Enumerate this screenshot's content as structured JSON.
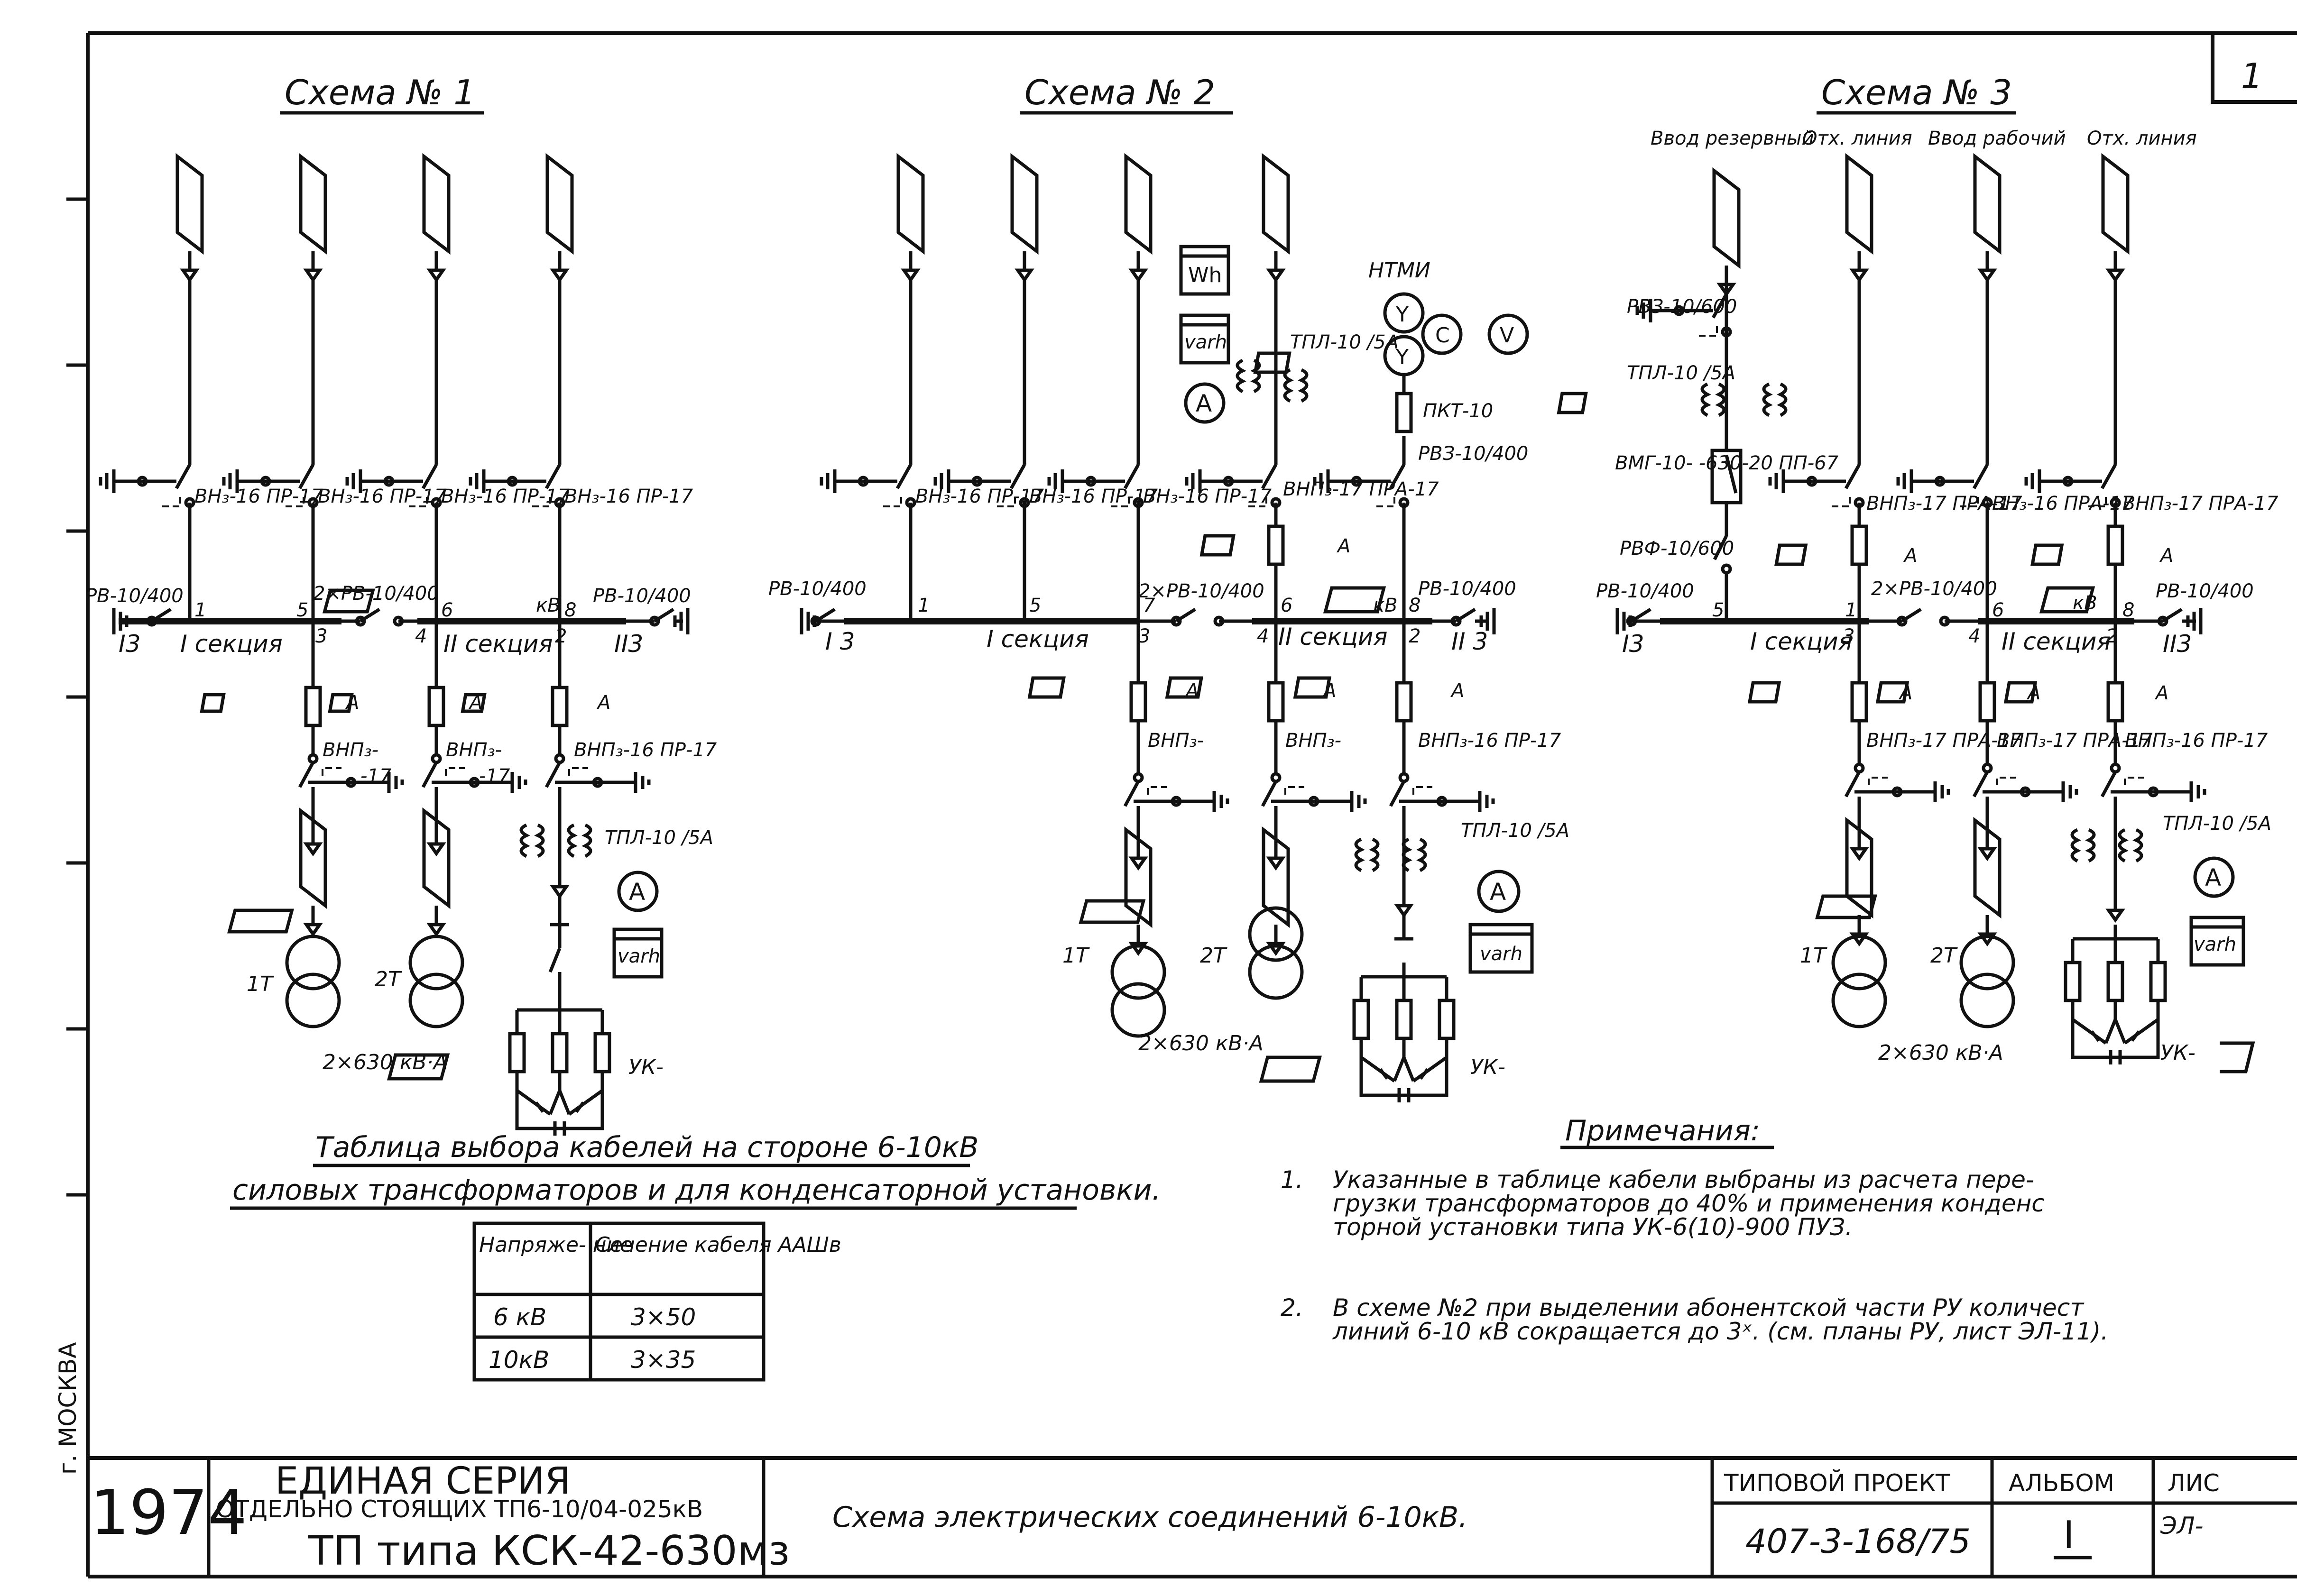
{
  "sheet_number": "1",
  "city_stamp": "г. МОСКВА",
  "schemes": [
    {
      "title": "Схема № 1",
      "feeders": [
        "ВН₃-16 ПР-17",
        "ВН₃-16 ПР-17",
        "ВН₃-16 ПР-17",
        "ВН₃-16 ПР-17"
      ],
      "rv_left": "РВ-10/400",
      "rv_right": "РВ-10/400",
      "rv_mid": "2×РВ-10/400",
      "section1": "I секция",
      "section2": "II секция",
      "ground1": "I3",
      "ground2": "II3",
      "kv_box": "кВ",
      "amp_box": "А",
      "node_labels": [
        "1",
        "5",
        "3",
        "4",
        "6",
        "2",
        "8"
      ],
      "lower_switches": [
        "ВНП₃-",
        "ВНП₃-",
        "ВНП₃-16 ПР-17"
      ],
      "suffix17": "-17",
      "ct": "ТПЛ-10 /5А",
      "transformers": [
        "1Т",
        "2Т"
      ],
      "rating": "2×630 кВ·А",
      "meter_a": "А",
      "meter_varh": "varh",
      "uk": "УК-"
    },
    {
      "title": "Схема № 2",
      "feeders": [
        "ВН₃-16 ПР-17",
        "ВН₃-16 ПР-17",
        "ВН₃-16 ПР-17",
        "ВНП₃-17 ПРА-17"
      ],
      "rv_left": "РВ-10/400",
      "rv_right": "РВ-10/400",
      "rv_mid": "2×РВ-10/400",
      "rvz": "РВЗ-10/400",
      "pkt": "ПКТ-10",
      "ntmi": "НТМИ",
      "tpl": "ТПЛ-10 /5А",
      "wh": "Wh",
      "varh": "varh",
      "meter_a": "А",
      "meter_v": "V",
      "section1": "I секция",
      "section2": "II секция",
      "ground1": "I 3",
      "ground2": "II 3",
      "kv_box": "кВ",
      "amp_box": "А",
      "node_labels": [
        "1",
        "5",
        "7",
        "3",
        "4",
        "6",
        "2",
        "8"
      ],
      "lower_switches": [
        "ВНП₃-",
        "ВНП₃-",
        "ВНП₃-16 ПР-17"
      ],
      "ct": "ТПЛ-10 /5А",
      "transformers": [
        "1Т",
        "2Т"
      ],
      "rating": "2×630 кВ·А",
      "uk": "УК-"
    },
    {
      "title": "Схема № 3",
      "inputs": [
        "Ввод резервный",
        "Отх. линия",
        "Ввод рабочий",
        "Отх. линия"
      ],
      "rvz": "РВЗ-10/600",
      "tpl": "ТПЛ-10 /5А",
      "vmg": "ВМГ-10- -630-20 ПП-67",
      "rvf": "РВФ-10/600",
      "feeders": [
        "ВНП₃-17 ПРА-17",
        "ВН₃-16 ПРА-17",
        "ВНП₃-17 ПРА-17"
      ],
      "rv_left": "РВ-10/400",
      "rv_right": "РВ-10/400",
      "rv_mid": "2×РВ-10/400",
      "section1": "I секция",
      "section2": "II секция",
      "ground1": "I3",
      "ground2": "II3",
      "kv_box": "кВ",
      "amp_box": "А",
      "node_labels": [
        "5",
        "1",
        "3",
        "4",
        "6",
        "2",
        "8"
      ],
      "lower_switches": [
        "ВНП₃-17 ПРА-17",
        "ВНП₃-17 ПРА-17",
        "ВНП₃-16 ПР-17"
      ],
      "ct": "ТПЛ-10 /5А",
      "transformers": [
        "1Т",
        "2Т"
      ],
      "rating": "2×630 кВ·А",
      "meter_a": "А",
      "meter_varh": "varh",
      "uk": "УК-"
    }
  ],
  "cable_table": {
    "title1": "Таблица выбора кабелей на стороне 6-10кВ",
    "title2": "силовых трансформаторов и для конденсаторной установки.",
    "headers": [
      "Напряже- ние",
      "Сечение кабеля ААШв"
    ],
    "rows": [
      [
        "6 кВ",
        "3×50"
      ],
      [
        "10кВ",
        "3×35"
      ]
    ]
  },
  "notes": {
    "title": "Примечания:",
    "items": [
      {
        "num": "1.",
        "lines": [
          "Указанные в таблице кабели выбраны из расчета пере-",
          "грузки трансформаторов до 40% и применения конденс",
          "торной установки типа УК-6(10)-900 ПУЗ."
        ]
      },
      {
        "num": "2.",
        "lines": [
          "В схеме №2 при выделении абонентской части РУ количест",
          "линий 6-10 кВ сокращается до 3ˣ. (см. планы РУ, лист ЭЛ-11)."
        ]
      }
    ]
  },
  "title_block": {
    "year": "1974",
    "series1": "ЕДИНАЯ СЕРИЯ",
    "series2": "ОТДЕЛЬНО СТОЯЩИХ ТП6-10/04-025кВ",
    "series3": "ТП типа КСК-42-630мз",
    "description": "Схема электрических соединений 6-10кВ.",
    "project_label": "ТИПОВОЙ ПРОЕКТ",
    "project_number": "407-3-168/75",
    "album_label": "АЛЬБОМ",
    "album_value": "I",
    "sheet_label": "ЛИС",
    "sheet_value": "ЭЛ-"
  }
}
